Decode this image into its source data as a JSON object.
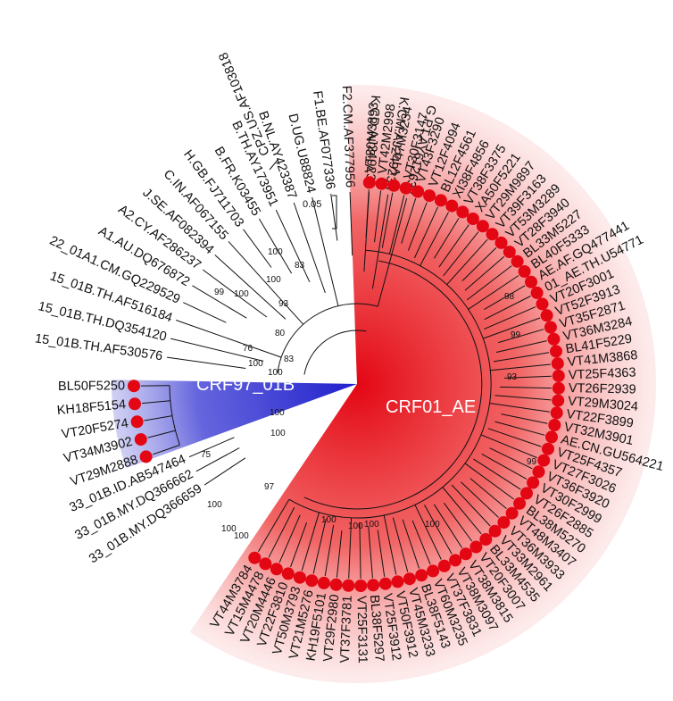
{
  "clades": {
    "crf01": {
      "name": "CRF01_AE",
      "color": "#e30613"
    },
    "crf97": {
      "name": "CRF97_01B",
      "color": "#1f1fcc"
    }
  },
  "scale_bar": "0.05",
  "outgroup_label": "CPZ.US.AF103818",
  "references": [
    "G.PT.AY612637",
    "K.CM.AJ249235",
    "K.CD.AJ249239",
    "F2.CM.AF377956",
    "F1.BE.AF077336",
    "D.UG.U88824",
    "B.NL.AY423387",
    "B.TH.AY173951",
    "B.FR.K03455",
    "H.GB.FJ711703",
    "C.IN.AF067155",
    "J.SE.AF082394",
    "A2.CY.AF286237",
    "A1.AU.DQ676872",
    "22_01A1.CM.GQ229529",
    "15_01B.TH.AF516184",
    "15_01B.TH.DQ354120",
    "15_01B.TH.AF530576"
  ],
  "crf97_tips": [
    "BL50F5250",
    "KH18F5154",
    "VT20F5274",
    "VT34M3902",
    "VT29M2888"
  ],
  "crf33_tips": [
    "33_01B.ID.AB547464",
    "33_01B.MY.DQ366662",
    "33_01B.MY.DQ366659"
  ],
  "crf01_tips": [
    "VT44M3784",
    "VT15M4478",
    "VT20M4446",
    "VT22F3810",
    "VT50M3793",
    "VT21M5276",
    "KH19F5101",
    "VT29F2980",
    "VT37F3781",
    "VT25F3131",
    "BL38F5297",
    "VT25F3912",
    "VT50F3912",
    "VT45M3233",
    "BL38F5143",
    "VT60M3235",
    "VT37F3831",
    "VT38M3097",
    "VT38M3815",
    "VT20F3007",
    "BL33M4535",
    "VT33M2961",
    "VT36M3933",
    "VT48M3407",
    "BL38M5270",
    "VT26F2885",
    "VT30F2999",
    "VT36F3920",
    "VT27F3026",
    "VT25F4357",
    "AE.CN.GU564221",
    "VT32M3901",
    "VT22F3899",
    "VT29M3024",
    "VT26F2939",
    "VT25F4363",
    "VT41M3868",
    "BL41F5229",
    "VT36M3284",
    "VT35F2871",
    "VT52F3913",
    "VT20F3001",
    "01_AE.TH.U54771",
    "AE.AF.GQ477441",
    "BL40F5333",
    "BL33M5227",
    "VT28F3940",
    "VT53M3289",
    "VT39F3163",
    "VT29M9897",
    "XA50F5221",
    "VT38F3375",
    "XI38F4856",
    "BL12F4561",
    "VT12F4094",
    "VT43F3290",
    "VT30F3147",
    "VT47M3234",
    "VT42M2998",
    "VT80M3893"
  ],
  "bootstrap": [
    "100",
    "83",
    "100",
    "99",
    "100",
    "93",
    "80",
    "83",
    "76",
    "100",
    "100",
    "100",
    "100",
    "75",
    "97",
    "100",
    "100",
    "100",
    "100",
    "93",
    "99",
    "98",
    "100",
    "99",
    "100",
    "100"
  ]
}
